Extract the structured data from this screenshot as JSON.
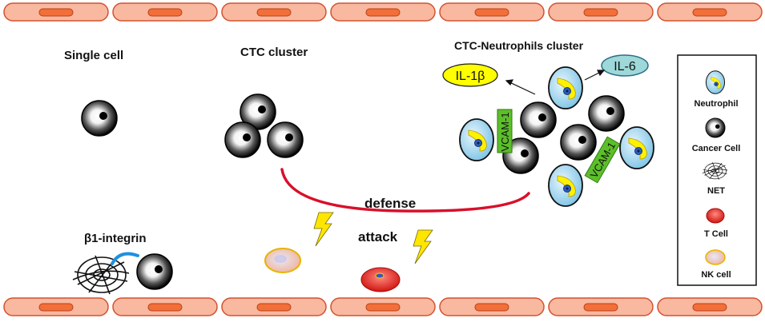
{
  "labels": {
    "single_cell": "Single cell",
    "ctc_cluster": "CTC cluster",
    "ctc_neutrophils_cluster": "CTC-Neutrophils cluster",
    "il1b": "IL-1β",
    "il6": "IL-6",
    "vcam_left": "VCAM-1",
    "vcam_right": "VCAM-1",
    "defense": "defense",
    "attack": "attack",
    "beta1_integrin": "β1-integrin"
  },
  "legend": {
    "items": [
      {
        "label": "Neutrophil",
        "icon": "neutrophil-icon"
      },
      {
        "label": "Cancer Cell",
        "icon": "cancer-cell-icon"
      },
      {
        "label": "NET",
        "icon": "net-icon"
      },
      {
        "label": "T Cell",
        "icon": "t-cell-icon"
      },
      {
        "label": "NK cell",
        "icon": "nk-cell-icon"
      }
    ]
  },
  "colors": {
    "endothelium": "#f9b8a0",
    "endothelium_nucleus": "#f26f3a",
    "defense_line": "#d8102a",
    "lightning": "#ffe600",
    "il1b_fill": "#ffff00",
    "il6_fill": "#9ed8d8",
    "vcam_fill": "#5cbf2a",
    "neutrophil_fill": "#bfe3f5",
    "t_cell": "#e8221d",
    "nk_cell": "#f3c8b8"
  }
}
